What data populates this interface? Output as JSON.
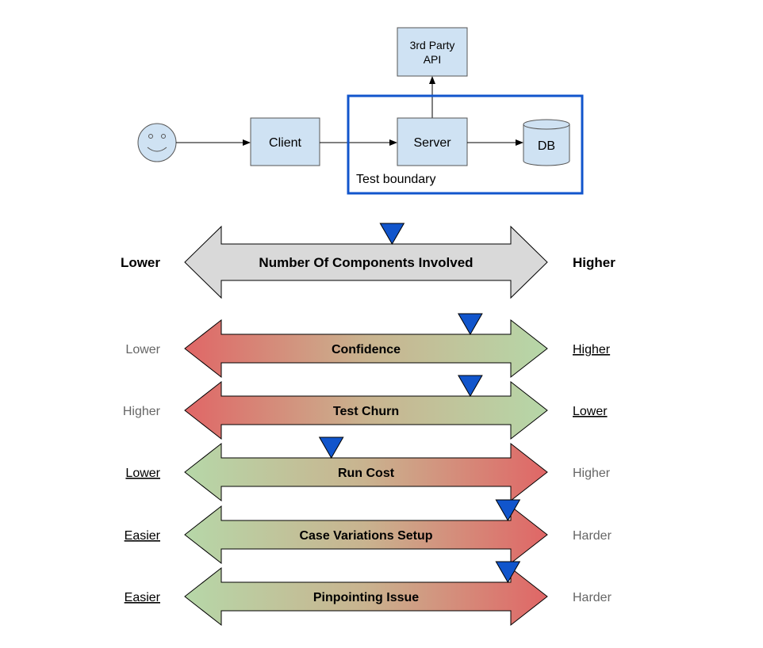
{
  "top_diagram": {
    "user_icon": "smiley-face-icon",
    "client_label": "Client",
    "server_label": "Server",
    "db_label": "DB",
    "api_label_line1": "3rd Party",
    "api_label_line2": "API",
    "boundary_label": "Test boundary"
  },
  "colors": {
    "box_fill": "#cfe2f3",
    "boundary": "#1155cc",
    "marker": "#1155cc",
    "neutral_arrow": "#d9d9d9",
    "good": "#b6d7a8",
    "mid": "#c9b38f",
    "bad": "#e06666",
    "muted_text": "#666666"
  },
  "scales": [
    {
      "label": "Number Of Components Involved",
      "left": "Lower",
      "right": "Higher",
      "fill": "neutral",
      "emphasis": "both",
      "marker": 0.59
    },
    {
      "label": "Confidence",
      "left": "Lower",
      "right": "Higher",
      "fill": "bad-to-good",
      "emphasis": "right",
      "marker": 0.86
    },
    {
      "label": "Test Churn",
      "left": "Higher",
      "right": "Lower",
      "fill": "bad-to-good",
      "emphasis": "right",
      "marker": 0.86
    },
    {
      "label": "Run Cost",
      "left": "Lower",
      "right": "Higher",
      "fill": "good-to-bad",
      "emphasis": "left",
      "marker": 0.38
    },
    {
      "label": "Case Variations Setup",
      "left": "Easier",
      "right": "Harder",
      "fill": "good-to-bad",
      "emphasis": "left",
      "marker": 0.99
    },
    {
      "label": "Pinpointing Issue",
      "left": "Easier",
      "right": "Harder",
      "fill": "good-to-bad",
      "emphasis": "left",
      "marker": 0.99
    }
  ]
}
